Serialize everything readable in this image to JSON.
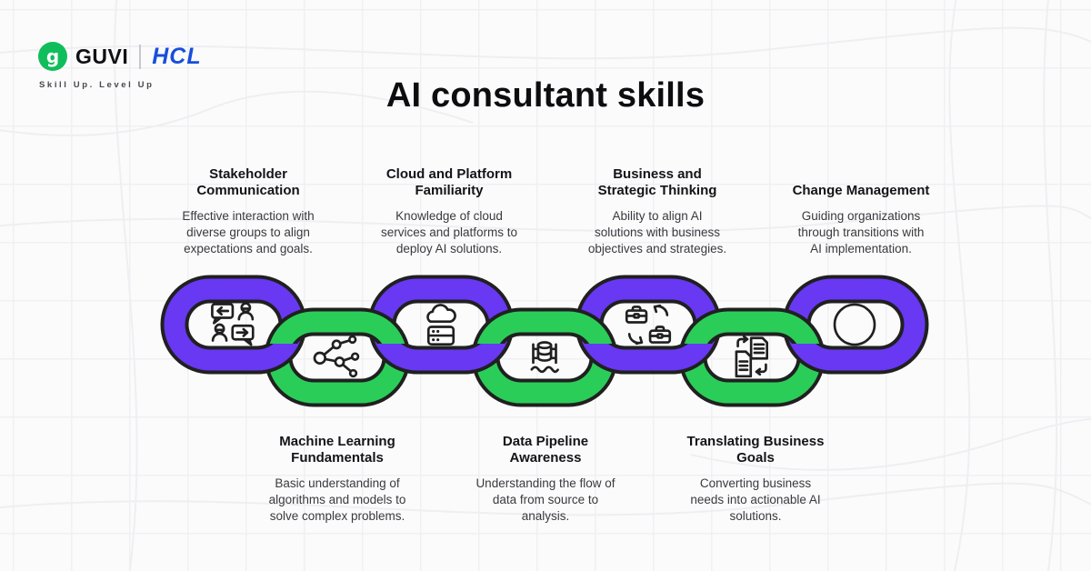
{
  "colors": {
    "purple": "#6838F2",
    "green": "#2BCD59",
    "outline": "#202020",
    "background": "#FBFBFC",
    "grid": "#F0F0F3",
    "hcl_blue": "#174FDB",
    "guvi_green": "#0FBE5B",
    "text_dark": "#141418",
    "text_body": "#3A3A3E"
  },
  "header": {
    "guvi": "GUVI",
    "guvi_glyph": "g",
    "hcl": "HCL",
    "tagline": "Skill Up. Level Up",
    "logo_icon": "guvi-g-icon"
  },
  "title": "AI consultant skills",
  "skills_top": [
    {
      "title": "Stakeholder\nCommunication",
      "description": "Effective interaction with\ndiverse groups to align\nexpectations and goals.",
      "icon": "chat-people-icon",
      "link_color": "purple"
    },
    {
      "title": "Cloud and Platform\nFamiliarity",
      "description": "Knowledge of cloud\nservices and platforms to\ndeploy AI solutions.",
      "icon": "cloud-server-icon",
      "link_color": "purple"
    },
    {
      "title": "Business and\nStrategic Thinking",
      "description": "Ability to align AI\nsolutions with business\nobjectives and strategies.",
      "icon": "briefcase-sync-icon",
      "link_color": "purple"
    },
    {
      "title": "Change Management",
      "description": "Guiding organizations\nthrough transitions with\nAI implementation.",
      "icon": "circle-icon",
      "link_color": "purple"
    }
  ],
  "skills_bottom": [
    {
      "title": "Machine Learning\nFundamentals",
      "description": "Basic understanding of\nalgorithms and models to\nsolve complex problems.",
      "icon": "network-nodes-icon",
      "link_color": "green"
    },
    {
      "title": "Data Pipeline\nAwareness",
      "description": "Understanding the flow of\ndata from source to\nanalysis.",
      "icon": "data-pipeline-icon",
      "link_color": "green"
    },
    {
      "title": "Translating Business\nGoals",
      "description": "Converting business\nneeds into actionable AI\nsolutions.",
      "icon": "document-transfer-icon",
      "link_color": "green"
    }
  ]
}
